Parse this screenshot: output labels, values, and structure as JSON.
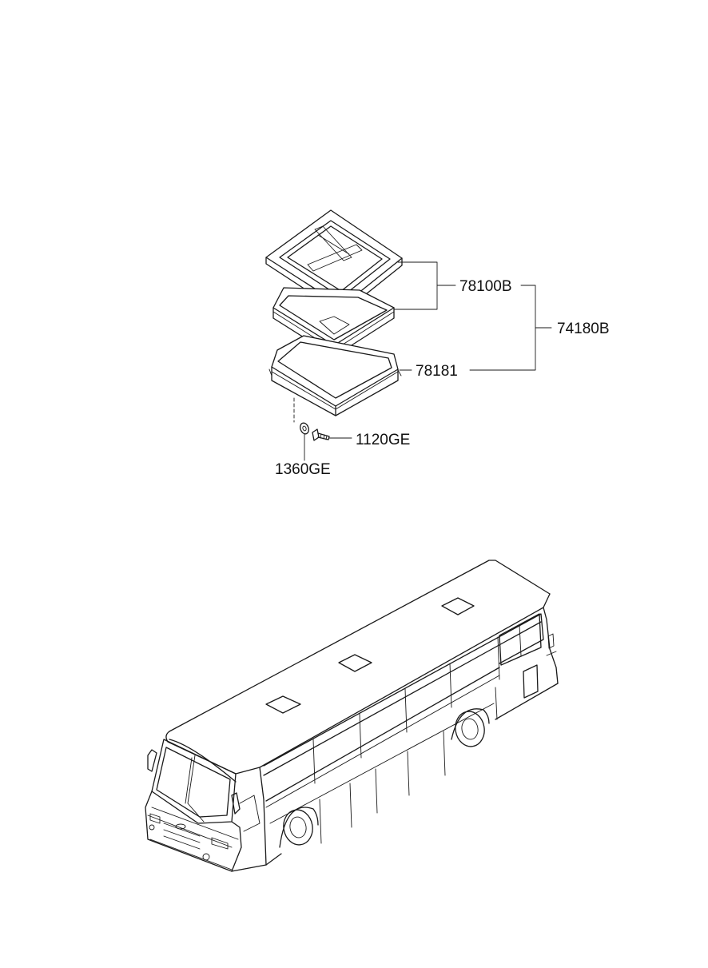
{
  "diagram": {
    "parts": {
      "cover": "78100B",
      "assembly": "74180B",
      "frame": "78181",
      "screw": "1120GE",
      "washer": "1360GE"
    },
    "colors": {
      "line": "#1a1a1a",
      "background": "#ffffff"
    }
  }
}
